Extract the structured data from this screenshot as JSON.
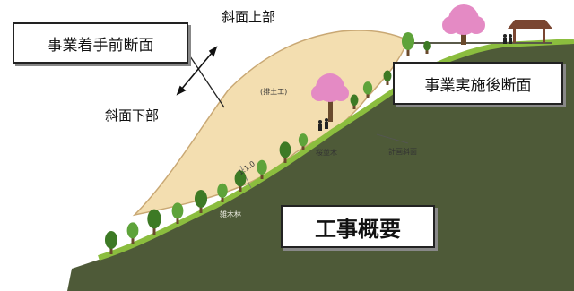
{
  "labels": {
    "before_section": "事業着手前断面",
    "after_section": "事業実施後断面",
    "slope_upper": "斜面上部",
    "slope_lower": "斜面下部",
    "overview": "工事概要",
    "embankment": "(排土工)",
    "cherry_row": "桜並木",
    "planned_slope": "計画斜面",
    "gradient": "1:1.0",
    "coppice": "雑木林"
  },
  "colors": {
    "soil": "#f3deb0",
    "ground": "#4e5a38",
    "grass": "#8bbd3e",
    "tree": "#5ea33a",
    "tree_dark": "#3d7a25",
    "cherry": "#e48ac4",
    "trunk": "#6a4a2c",
    "pavilion": "#7a4632"
  }
}
